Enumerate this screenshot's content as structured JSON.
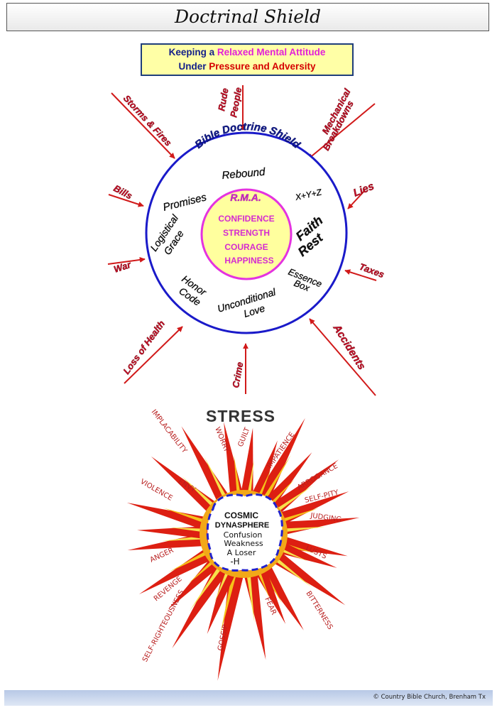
{
  "title": "Doctrinal Shield",
  "subtitle": {
    "line1_a": "Keeping a ",
    "line1_b": "Relaxed Mental Attitude",
    "line2_a": "Under ",
    "line2_b": "Pressure and Adversity"
  },
  "shield": {
    "ring_label": "Bible Doctrine Shield",
    "center_title": "R.M.A.",
    "center_words": [
      "CONFIDENCE",
      "STRENGTH",
      "COURAGE",
      "HAPPINESS"
    ],
    "items": [
      {
        "text": "Rebound"
      },
      {
        "text": "Promises"
      },
      {
        "text": "X+Y+Z"
      },
      {
        "text": "Logistical"
      },
      {
        "text": "Grace"
      },
      {
        "text": "Faith"
      },
      {
        "text": "Rest"
      },
      {
        "text": "Honor"
      },
      {
        "text": "Code"
      },
      {
        "text": "Essence"
      },
      {
        "text": "Box"
      },
      {
        "text": "Unconditional"
      },
      {
        "text": "Love"
      }
    ]
  },
  "pressures": [
    {
      "text": "Storms & Fires"
    },
    {
      "text": "Rude"
    },
    {
      "text": "People"
    },
    {
      "text": "Mechanical"
    },
    {
      "text": "Breakdowns"
    },
    {
      "text": "Bills"
    },
    {
      "text": "Lies"
    },
    {
      "text": "War"
    },
    {
      "text": "Taxes"
    },
    {
      "text": "Loss of Health"
    },
    {
      "text": "Crime"
    },
    {
      "text": "Accidents"
    }
  ],
  "stress": {
    "title": "STRESS",
    "center_lines": [
      "COSMIC",
      "DYNASPHERE",
      "Confusion",
      "Weakness",
      "A Loser",
      "-H"
    ],
    "rays": [
      "IMPLACABILITY",
      "WORRY",
      "GUILT",
      "IMPATIENCE",
      "ARROGANCE",
      "SELF-PITY",
      "JUDGING",
      "LUSTS",
      "BITTERNESS",
      "FEAR",
      "GOSSIP",
      "SELF-RIGHTEOUSNESS",
      "REVENGE",
      "ANGER",
      "VIOLENCE",
      "ENVY"
    ]
  },
  "footer": "© Country Bible Church, Brenham Tx",
  "colors": {
    "arrow": "#d11a1a",
    "ring": "#1a1ac9",
    "inner_ring": "#e433e0",
    "inner_fill": "#ffff9e",
    "ray_text": "#b81f1f"
  }
}
